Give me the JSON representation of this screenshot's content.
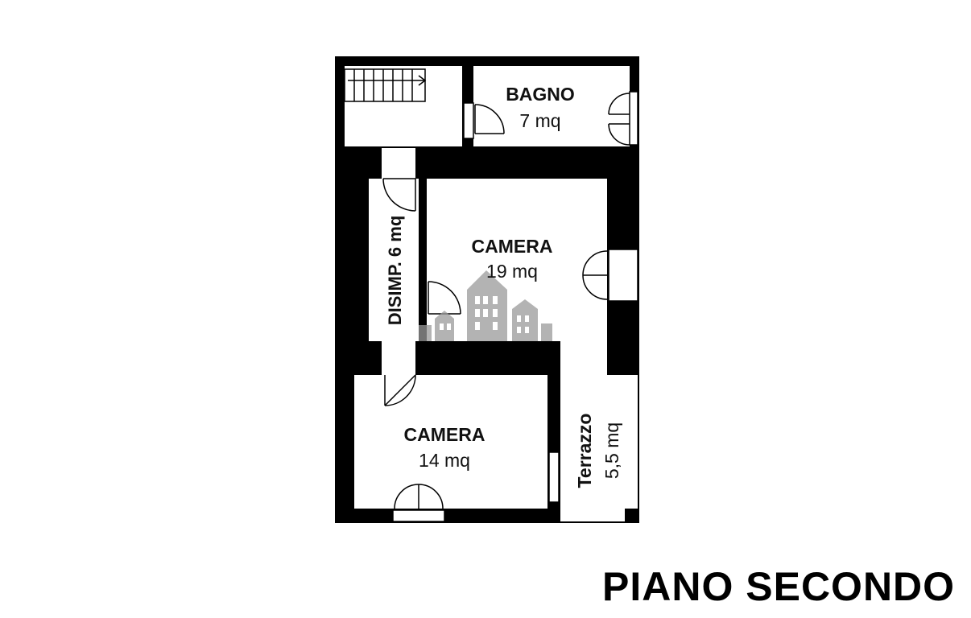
{
  "floor_title": "PIANO SECONDO",
  "rooms": {
    "bagno": {
      "name": "BAGNO",
      "area": "7 mq"
    },
    "disimpegno": {
      "label": "DISIMP. 6 mq"
    },
    "camera_large": {
      "name": "CAMERA",
      "area": "19 mq"
    },
    "camera_small": {
      "name": "CAMERA",
      "area": "14 mq"
    },
    "terrazzo": {
      "name": "Terrazzo",
      "area": "5,5 mq"
    }
  },
  "colors": {
    "wall": "#000000",
    "floor": "#ffffff",
    "watermark": "#9a9a9a"
  },
  "icons": [
    "staircase-icon",
    "door-icon",
    "window-icon",
    "watermark-logo-icon"
  ]
}
